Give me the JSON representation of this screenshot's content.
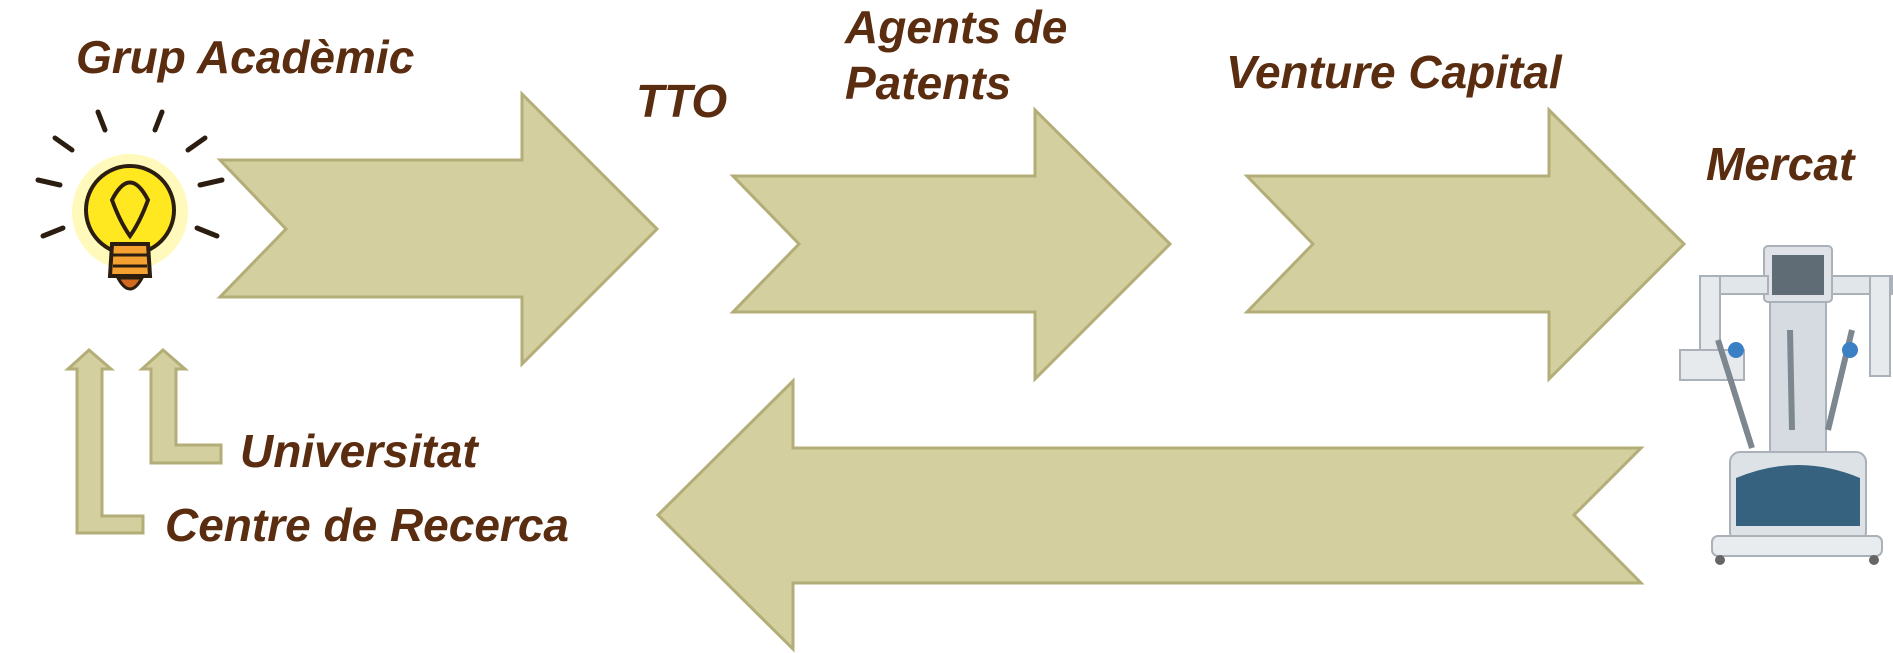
{
  "labels": {
    "grup_academic": "Grup Acadèmic",
    "tto": "TTO",
    "agents_line1": "Agents de",
    "agents_line2": "Patents",
    "venture_capital": "Venture Capital",
    "mercat": "Mercat",
    "universitat": "Universitat",
    "centre_recerca": "Centre de Recerca"
  },
  "colors": {
    "text": "#5a2d10",
    "arrow_fill": "#d3cf9f",
    "arrow_stroke": "#b3ae78"
  },
  "icons": {
    "start": "light-bulb-icon",
    "end": "surgical-robot-icon"
  }
}
